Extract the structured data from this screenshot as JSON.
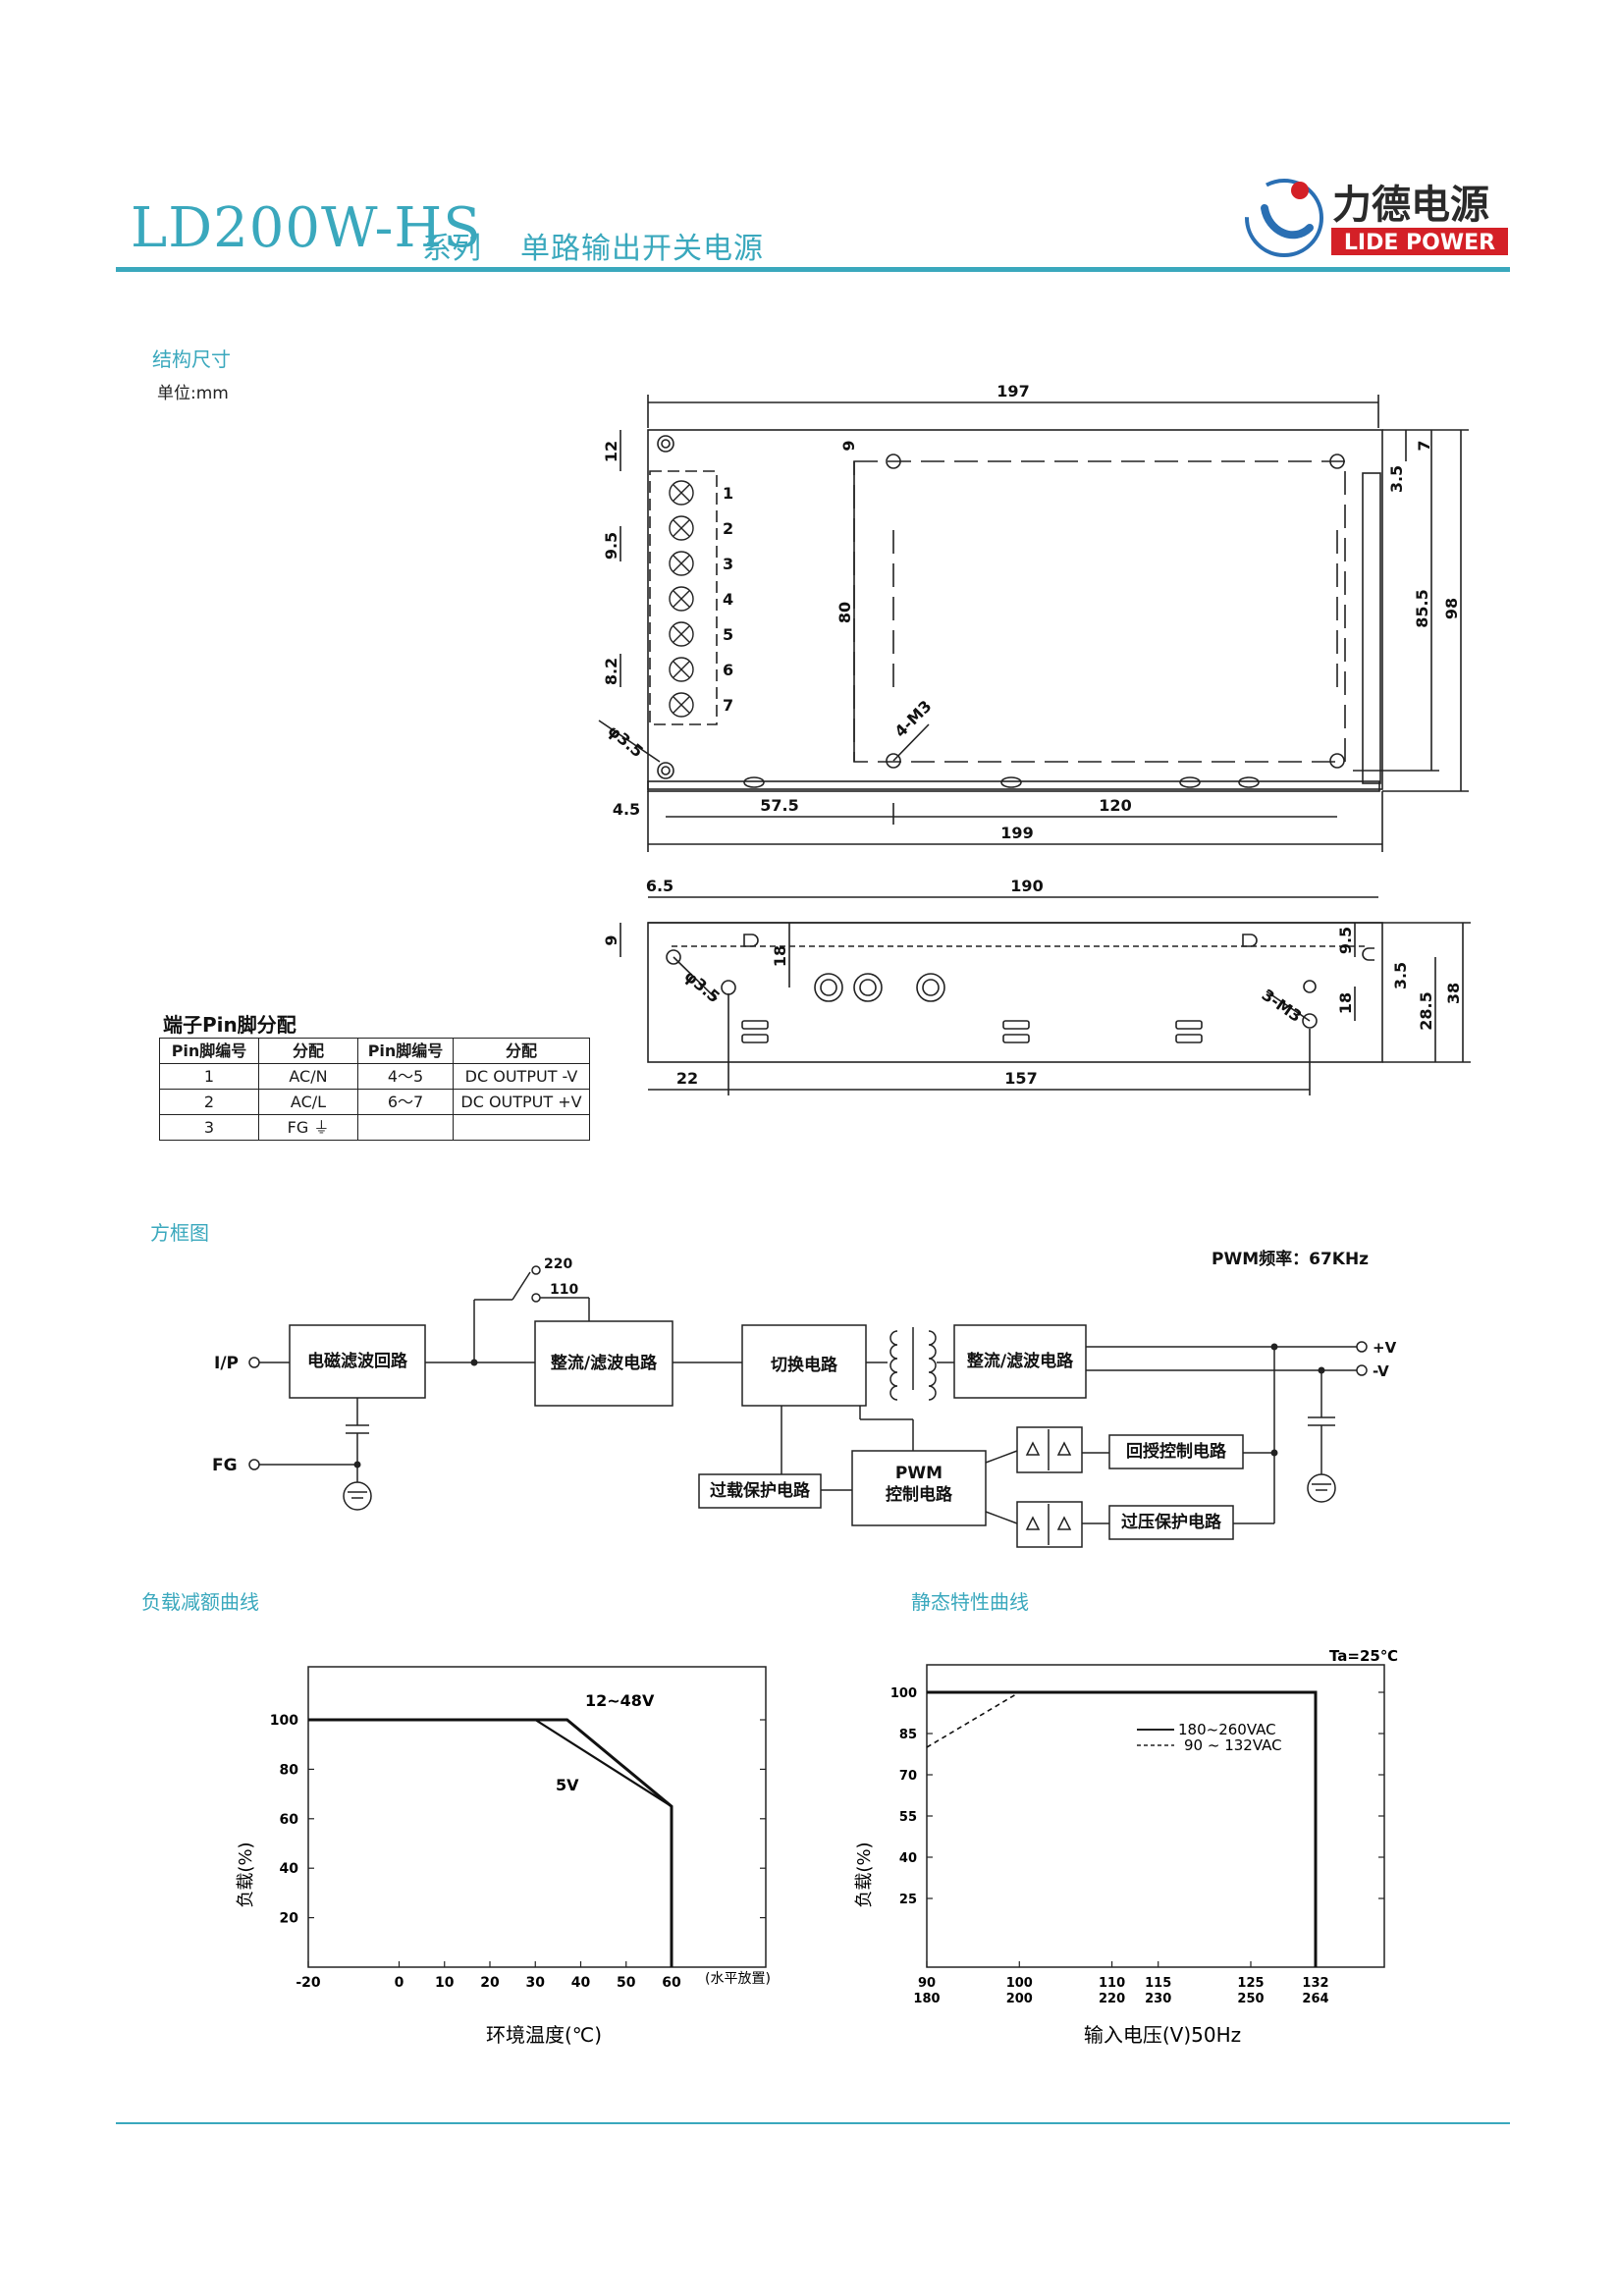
{
  "header": {
    "model": "LD200W-HS",
    "series_suffix": "系列",
    "subtitle": "单路输出开关电源",
    "logo_cn": "力德电源",
    "logo_en": "LIDE POWER"
  },
  "colors": {
    "accent": "#3aa8bd",
    "logo_red": "#d42027",
    "logo_blue": "#2a6fb3"
  },
  "dimensions": {
    "title": "结构尺寸",
    "unit": "单位:mm",
    "top_view": {
      "d197": "197",
      "d199": "199",
      "d120": "120",
      "d57_5": "57.5",
      "d4_5": "4.5",
      "d12": "12",
      "d9_5": "9.5",
      "d8_2": "8.2",
      "d9": "9",
      "d80": "80",
      "d7": "7",
      "d3_5": "3.5",
      "d85_5": "85.5",
      "d98": "98",
      "hole": "φ3.5",
      "m3": "4-M3",
      "pins": [
        "1",
        "2",
        "3",
        "4",
        "5",
        "6",
        "7"
      ]
    },
    "side_view": {
      "d6_5": "6.5",
      "d190": "190",
      "d9": "9",
      "d18a": "18",
      "d18b": "18",
      "d9_5": "9.5",
      "d3_5": "3.5",
      "d28_5": "28.5",
      "d38": "38",
      "d22": "22",
      "d157": "157",
      "hole": "φ3.5",
      "m3": "3-M3"
    }
  },
  "pin_table": {
    "title": "端子Pin脚分配",
    "headers": [
      "Pin脚编号",
      "分配",
      "Pin脚编号",
      "分配"
    ],
    "rows": [
      [
        "1",
        "AC/N",
        "4～5",
        "DC OUTPUT -V"
      ],
      [
        "2",
        "AC/L",
        "6～7",
        "DC OUTPUT +V"
      ],
      [
        "3",
        "FG ⏚",
        "",
        ""
      ]
    ]
  },
  "block_diagram": {
    "title": "方框图",
    "pwm_freq": "PWM频率：67KHz",
    "input": "I/P",
    "fg": "FG",
    "sw220": "220",
    "sw110": "110",
    "emi": "电磁滤波回路",
    "rect1": "整流/滤波电路",
    "switch": "切换电路",
    "rect2": "整流/滤波电路",
    "overload": "过载保护电路",
    "pwm_l1": "PWM",
    "pwm_l2": "控制电路",
    "feedback": "回授控制电路",
    "ovp": "过压保护电路",
    "vplus": "+V",
    "vminus": "-V"
  },
  "derating_chart": {
    "section_title": "负载减额曲线",
    "type": "line",
    "x_ticks": [
      "-20",
      "0",
      "10",
      "20",
      "30",
      "40",
      "50",
      "60"
    ],
    "x_extra": "(水平放置)",
    "y_ticks": [
      "100",
      "80",
      "60",
      "40",
      "20"
    ],
    "xlabel": "环境温度(℃)",
    "ylabel": "负载(%)",
    "series": [
      {
        "name": "12~48V",
        "x": [
          -20,
          37,
          60,
          60
        ],
        "y": [
          100,
          100,
          65,
          0
        ]
      },
      {
        "name": "5V",
        "x": [
          -20,
          30,
          60
        ],
        "y": [
          100,
          100,
          65
        ]
      }
    ]
  },
  "static_chart": {
    "section_title": "静态特性曲线",
    "type": "line",
    "corner": "Ta=25℃",
    "y_ticks": [
      "100",
      "85",
      "70",
      "55",
      "40",
      "25"
    ],
    "x_ticks_top": [
      "90",
      "100",
      "110",
      "115",
      "125",
      "132"
    ],
    "x_ticks_bottom": [
      "180",
      "200",
      "220",
      "230",
      "250",
      "264"
    ],
    "xlabel": "输入电压(V)50Hz",
    "ylabel": "负载(%)",
    "legend": [
      "180~260VAC",
      "90 ~ 132VAC"
    ],
    "series": [
      {
        "name": "180~260VAC",
        "x": [
          90,
          132,
          132
        ],
        "y": [
          100,
          100,
          0
        ]
      },
      {
        "name": "90 ~ 132VAC",
        "x": [
          90,
          100
        ],
        "y": [
          80,
          100
        ]
      }
    ]
  }
}
